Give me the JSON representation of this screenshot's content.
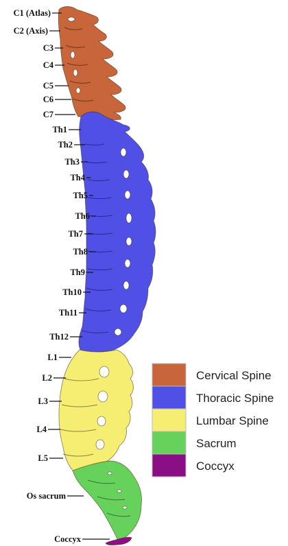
{
  "regions": [
    {
      "key": "cervical",
      "legend": "Cervical Spine",
      "color": "#c8653a"
    },
    {
      "key": "thoracic",
      "legend": "Thoracic Spine",
      "color": "#5050e6"
    },
    {
      "key": "lumbar",
      "legend": "Lumbar Spine",
      "color": "#f6ee72"
    },
    {
      "key": "sacrum",
      "legend": "Sacrum",
      "color": "#66d25c"
    },
    {
      "key": "coccyx",
      "legend": "Coccyx",
      "color": "#8a0f86"
    }
  ],
  "labels": {
    "c1": "C1 (Atlas)",
    "c2": "C2 (Axis)",
    "c3": "C3",
    "c4": "C4",
    "c5": "C5",
    "c6": "C6",
    "c7": "C7",
    "th1": "Th1",
    "th2": "Th2",
    "th3": "Th3",
    "th4": "Th4",
    "th5": "Th5",
    "th6": "Th6",
    "th7": "Th7",
    "th8": "Th8",
    "th9": "Th9",
    "th10": "Th10",
    "th11": "Th11",
    "th12": "Th12",
    "l1": "L1",
    "l2": "L2",
    "l3": "L3",
    "l4": "L4",
    "l5": "L5",
    "os_sacrum": "Os sacrum",
    "coccyx": "Coccyx"
  }
}
